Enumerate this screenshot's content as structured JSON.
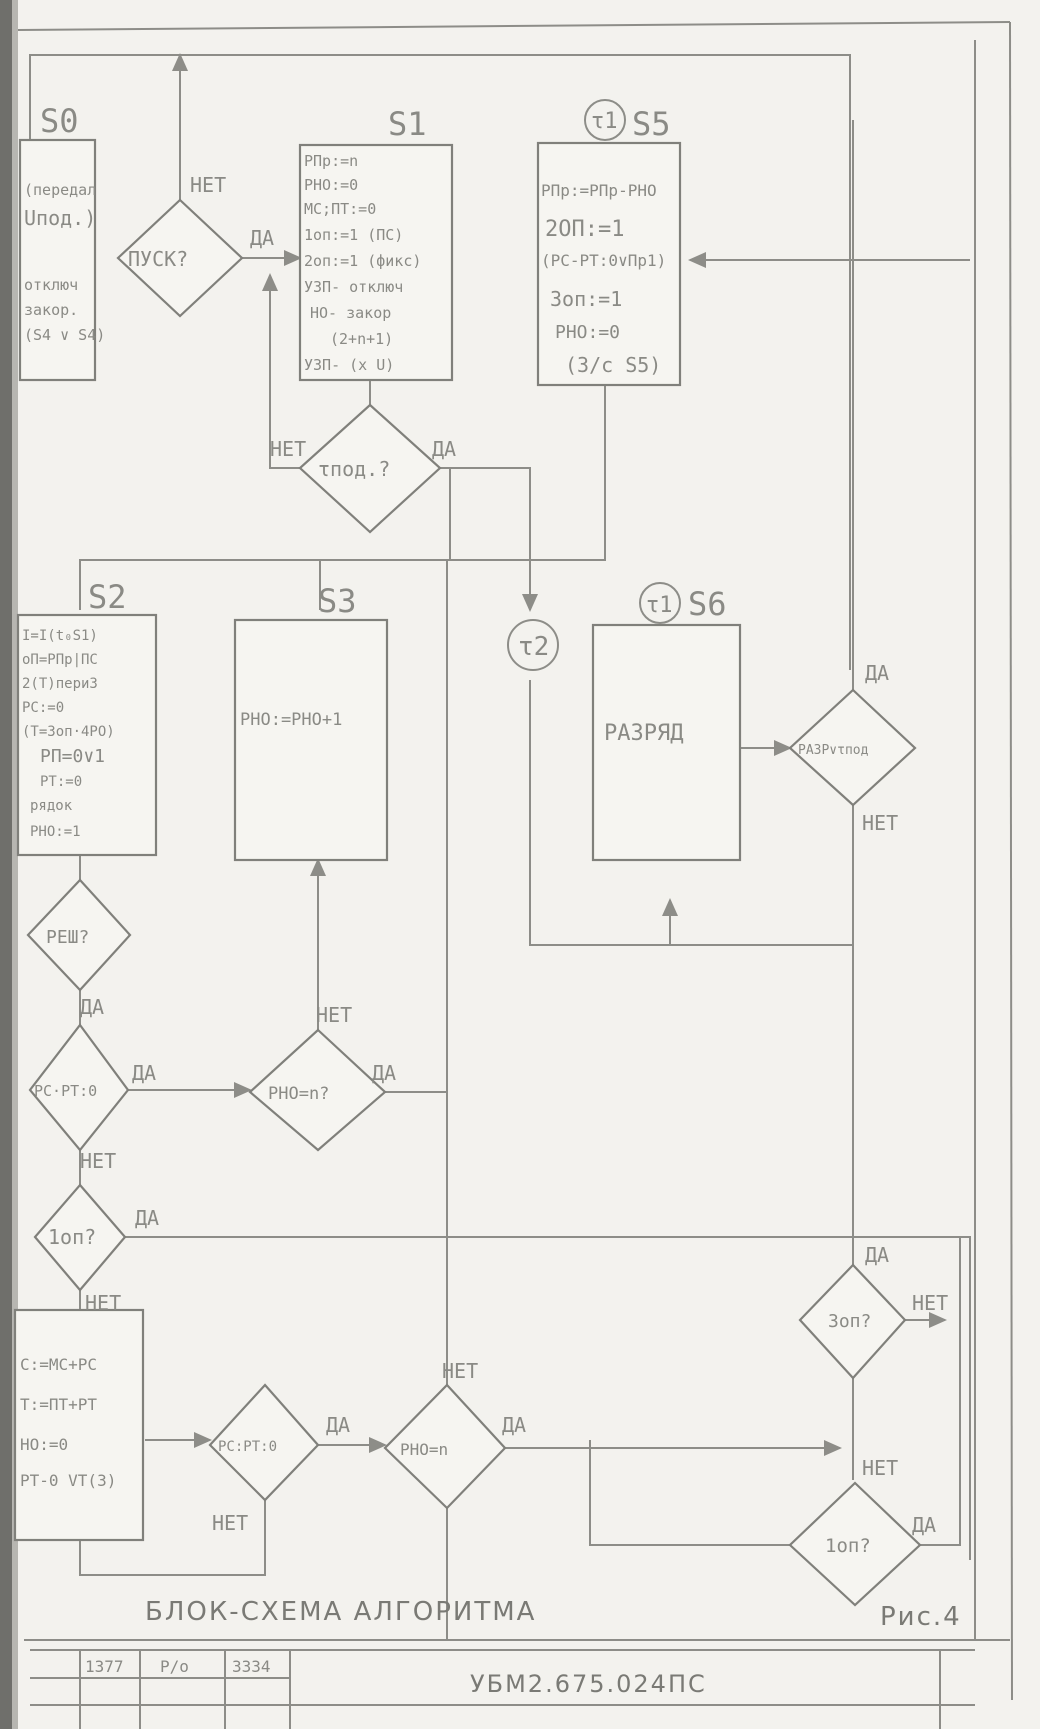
{
  "states": {
    "s0": {
      "name": "S0",
      "lines": [
        "(передал",
        "Uпод.)",
        "",
        "отключ",
        "закор.",
        "(S4 ∨ S4)"
      ]
    },
    "s1": {
      "name": "S1",
      "lines": [
        "РПр:=n",
        "РНО:=0",
        "МС;ПТ:=0",
        "1оп:=1 (ПС)",
        "2оп:=1 (фикс)",
        "УЗП- отключ",
        "НО- закор",
        "(2+n+1)",
        "УЗП- (x U)"
      ]
    },
    "s5": {
      "name": "S5",
      "timer": "τ1",
      "lines": [
        "РПр:=РПр-РНО",
        "2ОП:=1",
        "(РС-РТ:0∨Пр1)",
        "3оп:=1",
        "РНО:=0",
        "(3/c S5)"
      ]
    },
    "s2": {
      "name": "S2",
      "lines": [
        "I=I(t₀S1)",
        "оП=РПр|ПС",
        "2(Т)пери3",
        "РС:=0",
        "(Т=3оп·4РО)",
        "РП=0∨1",
        "РТ:=0",
        "рядок",
        "РНО:=1"
      ]
    },
    "s3": {
      "name": "S3",
      "text": "РНО:=РНО+1"
    },
    "s6": {
      "name": "S6",
      "timer": "τ1",
      "text": "РАЗРЯД"
    },
    "s4": {
      "lines": [
        "С:=МС+РС",
        "Т:=ПТ+РТ",
        "НО:=0",
        "РТ-0 VТ(3)"
      ]
    }
  },
  "decisions": {
    "pusk": "ПУСК?",
    "tpod": "τпод.?",
    "resh": "РЕШ?",
    "rcrt": "РС·РТ:0",
    "rho_n_1": "РНО=n?",
    "op1_a": "1оп?",
    "rcrt_2": "РС:РТ:0",
    "rho_n_2": "РНО=n",
    "razr": "РАЗР∨τпод",
    "op3": "3оп?",
    "op1_b": "1оп?"
  },
  "connectors": {
    "t2": "τ2"
  },
  "labels": {
    "yes": "ДА",
    "no": "НЕТ"
  },
  "caption": {
    "title": "БЛОК-СХЕМА АЛГОРИТМА",
    "fig": "Рис.4"
  },
  "stamp": {
    "code": "УБМ2.675.024ПС",
    "row1": [
      "1377",
      "Р/о",
      "3334"
    ],
    "row2": [
      "",
      "",
      ""
    ]
  }
}
